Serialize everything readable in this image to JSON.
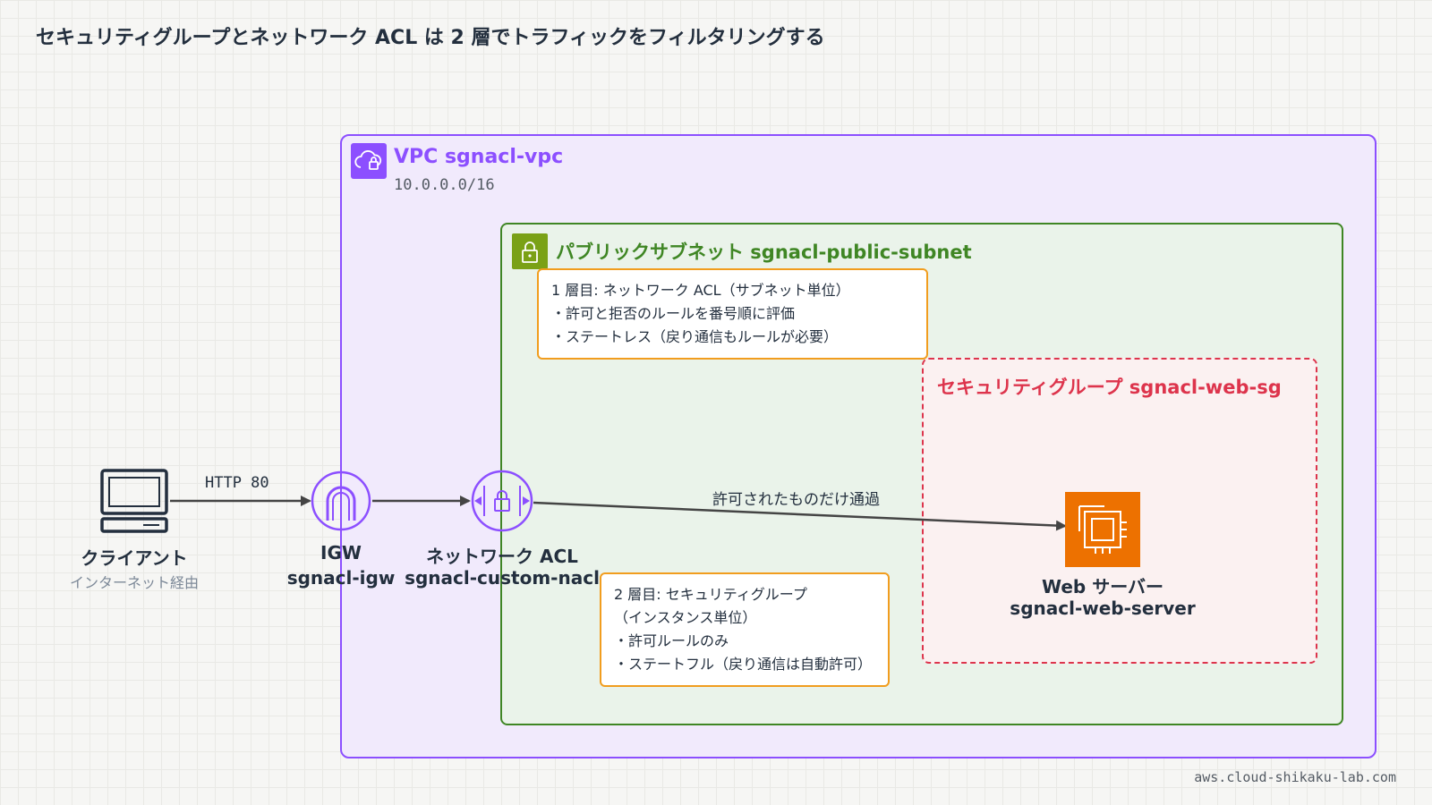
{
  "title": "セキュリティグループとネットワーク ACL は 2 層でトラフィックをフィルタリングする",
  "vpc": {
    "title": "VPC sgnacl-vpc",
    "cidr": "10.0.0.0/16",
    "icon": "vpc-cloud-lock-icon",
    "color": "#8c4fff"
  },
  "subnet": {
    "title": "パブリックサブネット sgnacl-public-subnet",
    "icon": "padlock-icon",
    "color": "#3f8624"
  },
  "security_group": {
    "title": "セキュリティグループ sgnacl-web-sg",
    "color": "#dd344c"
  },
  "nodes": {
    "client": {
      "name": "クライアント",
      "sub": "インターネット経由",
      "icon": "laptop-icon"
    },
    "igw": {
      "name": "IGW",
      "sub": "sgnacl-igw",
      "icon": "internet-gateway-icon"
    },
    "nacl": {
      "name": "ネットワーク ACL",
      "sub": "sgnacl-custom-nacl",
      "icon": "network-acl-icon"
    },
    "web": {
      "name": "Web サーバー",
      "sub": "sgnacl-web-server",
      "icon": "ec2-instance-icon",
      "color": "#ed7100"
    }
  },
  "edges": {
    "client_igw": "HTTP 80",
    "nacl_web": "許可されたものだけ通過"
  },
  "notes": {
    "layer1": [
      "1 層目: ネットワーク ACL（サブネット単位）",
      "・許可と拒否のルールを番号順に評価",
      "・ステートレス（戻り通信もルールが必要）"
    ],
    "layer2": [
      "2 層目: セキュリティグループ",
      "（インスタンス単位）",
      "・許可ルールのみ",
      "・ステートフル（戻り通信は自動許可）"
    ]
  },
  "footer": "aws.cloud-shikaku-lab.com"
}
